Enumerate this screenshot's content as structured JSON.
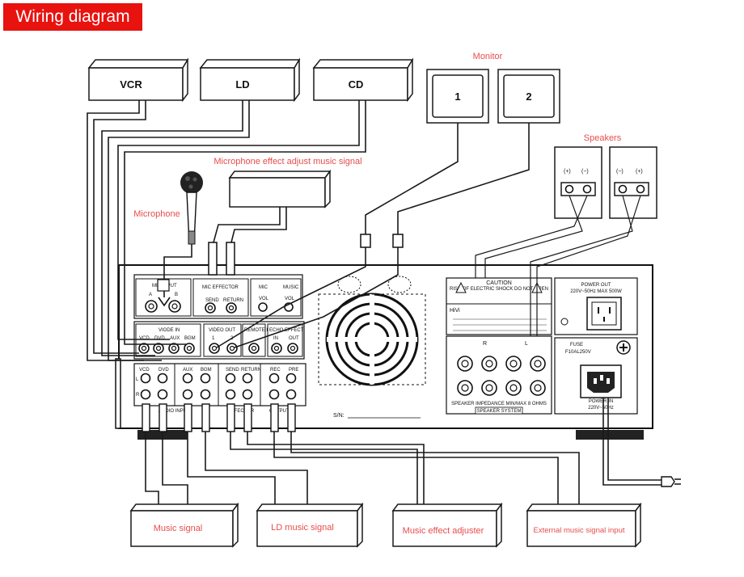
{
  "title": "Wiring diagram",
  "labels": {
    "monitor": "Monitor",
    "speakers": "Speakers",
    "mic_effect": "Microphone effect adjust music signal",
    "microphone": "Microphone"
  },
  "devices": {
    "vcr": "VCR",
    "ld": "LD",
    "cd": "CD",
    "monitor1": "1",
    "monitor2": "2"
  },
  "speaker_terminals": {
    "left": [
      "(+)",
      "(−)"
    ],
    "right": [
      "(−)",
      "(+)"
    ]
  },
  "bottom_boxes": {
    "music_signal": "Music signal",
    "ld_music_signal": "LD music signal",
    "music_effect_adjuster": "Music effect adjuster",
    "external_music_signal": "External music signal input"
  },
  "panel": {
    "mic_input": "MIC INPUT",
    "mic_a": "A",
    "mic_b": "B",
    "mic_effector": "MIC EFFECTOR",
    "send": "SEND",
    "return": "RETURN",
    "mic": "MIC",
    "music": "MUSIC",
    "vol": "VOL",
    "video_in": "VIODE IN",
    "vcd": "VCD",
    "dvd": "DVD",
    "aux": "AUX",
    "bgm": "BGM",
    "video_out": "VIDEO OUT",
    "vo1": "1",
    "vo2": "2",
    "remote_input": "REMOTE INPUT",
    "echo_effect": "ECHO EFFECT",
    "in": "IN",
    "out": "OUT",
    "rec": "REC",
    "pre": "PRE",
    "audio_input": "AUDIO INPUT",
    "effector": "EFFECTOR",
    "output": "OUTPUT",
    "sn": "S/N:",
    "caution": "CAUTION",
    "caution_sub": "RISK OF ELECTRIC SHOCK DO NOT OPEN",
    "brand": "HiVi",
    "speaker_impedance": "SPEAKER IMPEDANCE MIN/MAX 8 OHMS",
    "speaker_system": "SPEAKER SYSTEM",
    "power_out": "POWER OUT",
    "power_out_spec": "220V~50Hz MAX 500W",
    "fuse": "FUSE",
    "fuse_spec": "F10AL250V",
    "power_in": "POWER IN",
    "power_in_spec": "220V~50Hz",
    "r": "R",
    "l": "L"
  }
}
